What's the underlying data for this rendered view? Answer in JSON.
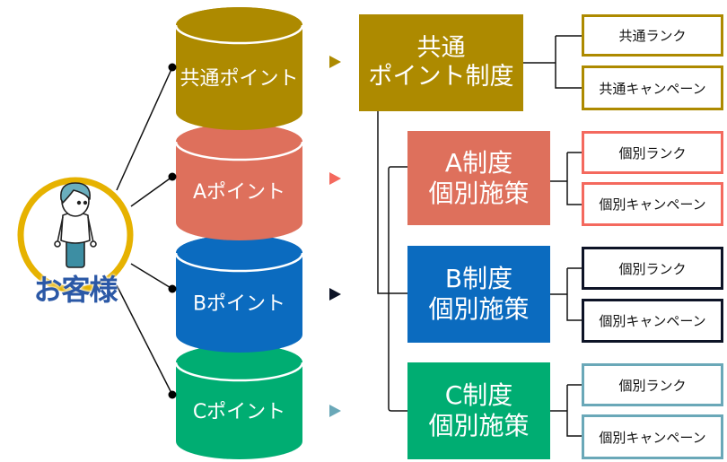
{
  "customer": {
    "label": "お客様",
    "icon": "person-icon",
    "ring_color": "#e6b200",
    "label_color": "#2b58a6"
  },
  "cylinders": [
    {
      "id": "common",
      "label": "共通ポイント",
      "color": "#ad8a00"
    },
    {
      "id": "a",
      "label": "Aポイント",
      "color": "#de705c"
    },
    {
      "id": "b",
      "label": "Bポイント",
      "color": "#0b6bbf"
    },
    {
      "id": "c",
      "label": "Cポイント",
      "color": "#00ad72"
    }
  ],
  "arrows": [
    {
      "color": "#ad8a00"
    },
    {
      "color": "#f4695e"
    },
    {
      "color": "#0d1326"
    },
    {
      "color": "#6aa8b8"
    }
  ],
  "programs": [
    {
      "id": "common",
      "lines": [
        "共通",
        "ポイント制度"
      ],
      "color": "#ad8a00",
      "border": "#ad8a00",
      "items": [
        "共通ランク",
        "共通キャンペーン"
      ]
    },
    {
      "id": "a",
      "lines": [
        "A制度",
        "個別施策"
      ],
      "color": "#de705c",
      "border": "#f4695e",
      "items": [
        "個別ランク",
        "個別キャンペーン"
      ]
    },
    {
      "id": "b",
      "lines": [
        "B制度",
        "個別施策"
      ],
      "color": "#0b6bbf",
      "border": "#0d1326",
      "items": [
        "個別ランク",
        "個別キャンペーン"
      ]
    },
    {
      "id": "c",
      "lines": [
        "C制度",
        "個別施策"
      ],
      "color": "#00ad72",
      "border": "#6aa8b8",
      "items": [
        "個別ランク",
        "個別キャンペーン"
      ]
    }
  ]
}
